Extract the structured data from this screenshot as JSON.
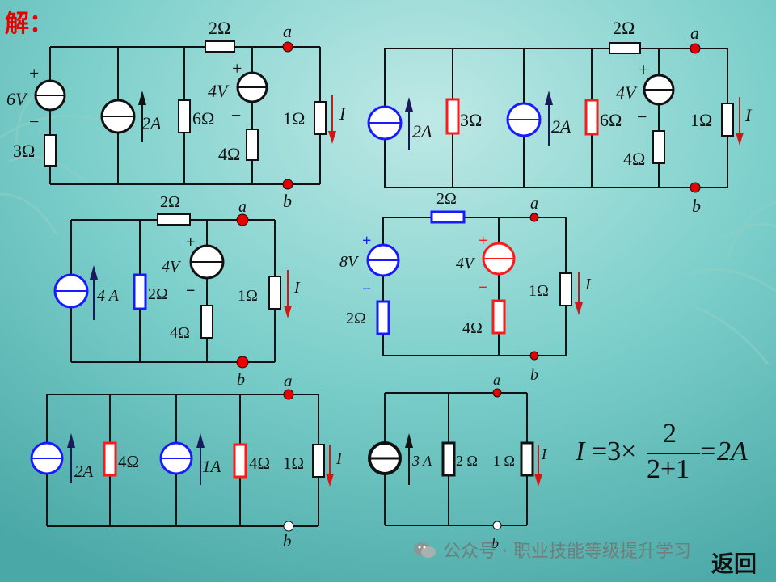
{
  "header": {
    "title": "解："
  },
  "footer": {
    "watermark": "公众号 · 职业技能等级提升学习",
    "back_label": "返回"
  },
  "formula": {
    "lhs": "I",
    "eq1": "=3×",
    "num": "2",
    "den": "2+1",
    "rhs": "=2A"
  },
  "colors": {
    "wire": "#111111",
    "blue": "#1a1aff",
    "red": "#ff1a1a",
    "dot": "#e60000",
    "arrow": "#cc1a1a",
    "current_arrow": "#1a1a5a"
  },
  "circuits": {
    "c1": {
      "r_top": "2Ω",
      "node_a": "a",
      "node_b": "b",
      "v_src": "6V",
      "v_plus": "+",
      "v_minus": "−",
      "r_series": "3Ω",
      "i_src": "2A",
      "r_mid": "6Ω",
      "v2": "4V",
      "v2_plus": "+",
      "v2_minus": "−",
      "r_v2": "4Ω",
      "r_load": "1Ω",
      "current": "I"
    },
    "c2": {
      "r_top": "2Ω",
      "node_a": "a",
      "node_b": "b",
      "i_src1": "2A",
      "r1": "3Ω",
      "i_src2": "2A",
      "r2": "6Ω",
      "v2": "4V",
      "v2_plus": "+",
      "v2_minus": "−",
      "r_v2": "4Ω",
      "r_load": "1Ω",
      "current": "I"
    },
    "c3": {
      "r_top": "2Ω",
      "node_a": "a",
      "node_b": "b",
      "i_src": "4 A",
      "r1": "2Ω",
      "v2": "4V",
      "v2_plus": "+",
      "v2_minus": "−",
      "r_v2": "4Ω",
      "r_load": "1Ω",
      "current": "I"
    },
    "c4": {
      "r_top": "2Ω",
      "node_a": "a",
      "node_b": "b",
      "v1": "8V",
      "v1_plus": "+",
      "v1_minus": "−",
      "r_v1": "2Ω",
      "v2": "4V",
      "v2_plus": "+",
      "v2_minus": "−",
      "r_v2": "4Ω",
      "r_load": "1Ω",
      "current": "I"
    },
    "c5": {
      "node_a": "a",
      "node_b": "b",
      "i_src1": "2A",
      "r1": "4Ω",
      "i_src2": "1A",
      "r2": "4Ω",
      "r_load": "1Ω",
      "current": "I"
    },
    "c6": {
      "node_a": "a",
      "node_b": "b",
      "i_src": "3 A",
      "r1": "2 Ω",
      "r_load": "1 Ω",
      "current": "I"
    }
  }
}
